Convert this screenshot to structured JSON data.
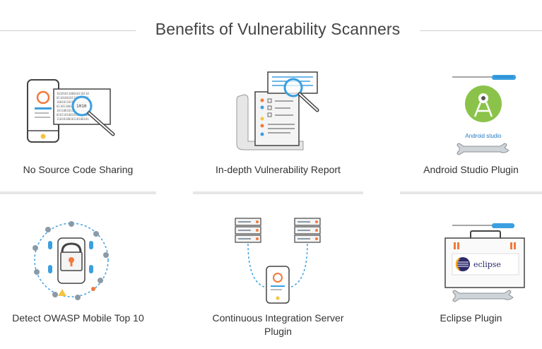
{
  "page": {
    "title": "Benefits of Vulnerability Scanners"
  },
  "cards": [
    {
      "label": "No Source Code Sharing",
      "icon": "phone-code-magnifier-icon"
    },
    {
      "label": "In-depth Vulnerability Report",
      "icon": "report-scroll-magnifier-icon"
    },
    {
      "label": "Android Studio Plugin",
      "icon": "android-studio-tools-icon",
      "badge": "Android studio"
    },
    {
      "label": "Detect OWASP Mobile Top 10",
      "icon": "owasp-locked-phone-icon"
    },
    {
      "label": "Continuous Integration Server Plugin",
      "label_lines": [
        "Continuous Integration Server",
        "Plugin"
      ],
      "icon": "ci-servers-phone-icon"
    },
    {
      "label": "Eclipse Plugin",
      "icon": "eclipse-toolbox-icon",
      "badge": "eclipse"
    }
  ],
  "colors": {
    "accent_blue": "#3b9fe0",
    "android_green": "#8bc34a",
    "alert_orange": "#f07a3c",
    "line_gray": "#4a4a4a",
    "eclipse_navy": "#2c2a6b"
  }
}
